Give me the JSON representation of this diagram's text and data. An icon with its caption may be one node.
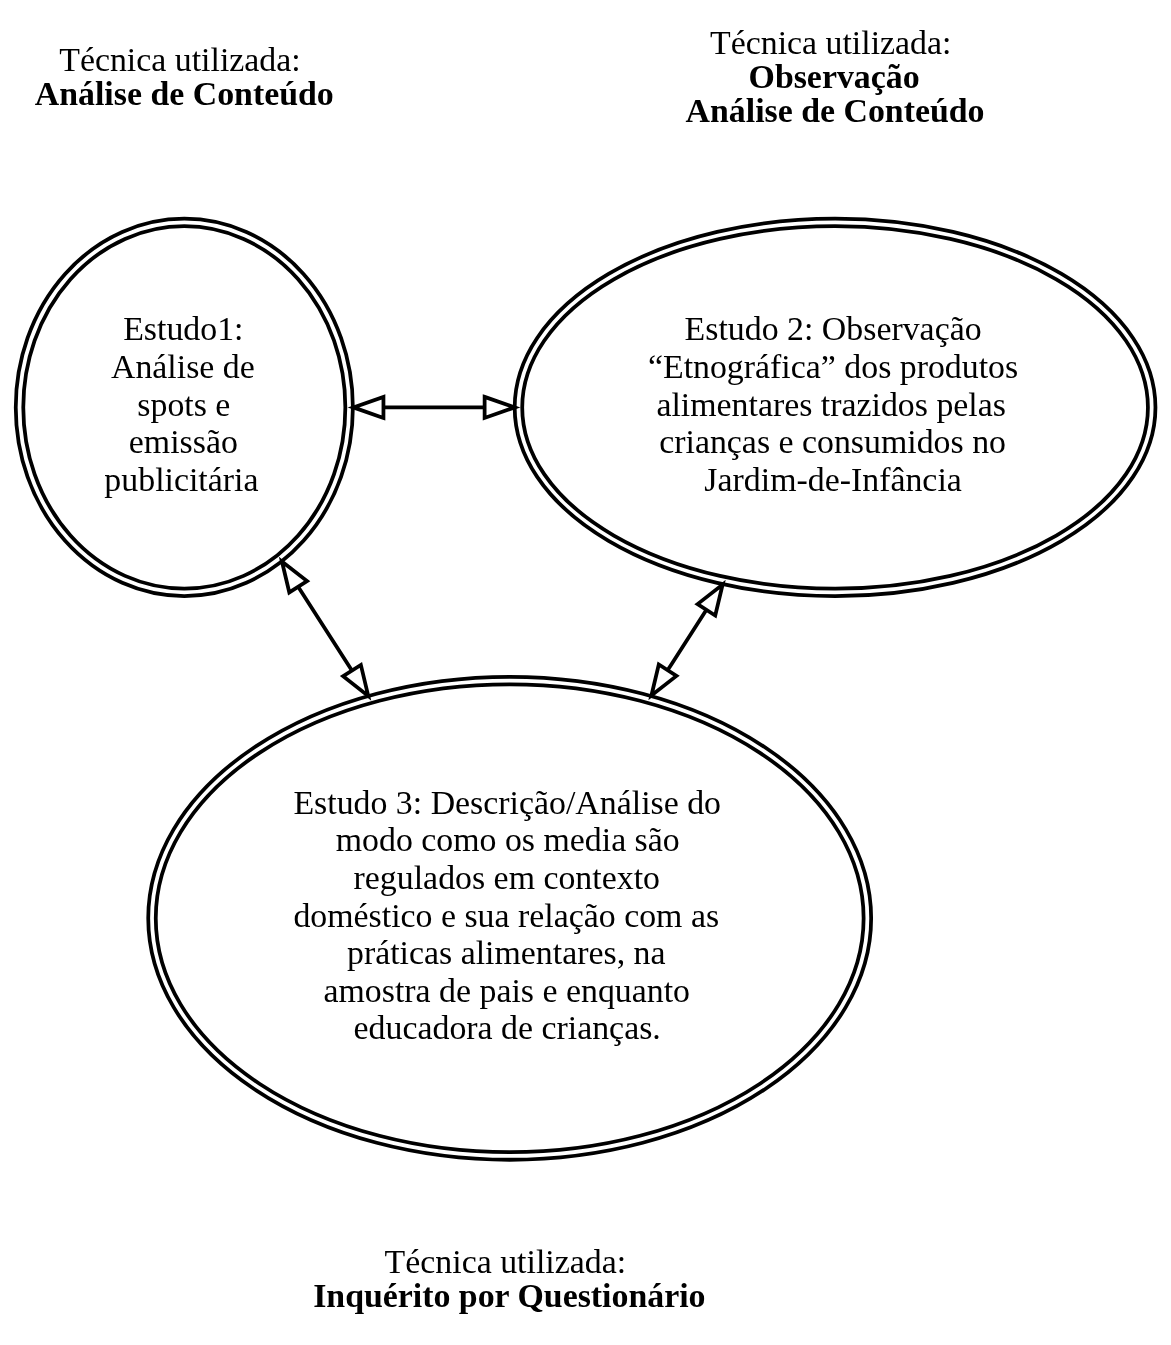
{
  "diagram": {
    "nodes": [
      {
        "text": [
          "Estudo1: Análise de spots e emissão publicitária"
        ],
        "beside": [
          "Técnica utilizada:",
          "Análise de Conteúdo"
        ]
      },
      {
        "text": [
          "Estudo 2: Observação “Etnográfica” dos produtos alimentares trazidos pelas crianças e consumidos no Jardim-de-Infância"
        ],
        "beside": [
          "Técnica utilizada:",
          "Observação",
          "Análise de Conteúdo"
        ]
      },
      {
        "text": [
          "Estudo 3: Descrição/Análise do modo como os media são regulados em contexto doméstico e sua relação com as práticas alimentares, na amostra de pais e enquanto educadora de crianças."
        ],
        "beside": [
          "Técnica utilizada:",
          "Inquérito por Questionário"
        ]
      }
    ],
    "edges": [
      {
        "from": 0,
        "to": 1,
        "arrow": "both"
      },
      {
        "from": 0,
        "to": 2,
        "arrow": "both"
      },
      {
        "from": 1,
        "to": 2,
        "arrow": "both"
      }
    ]
  }
}
